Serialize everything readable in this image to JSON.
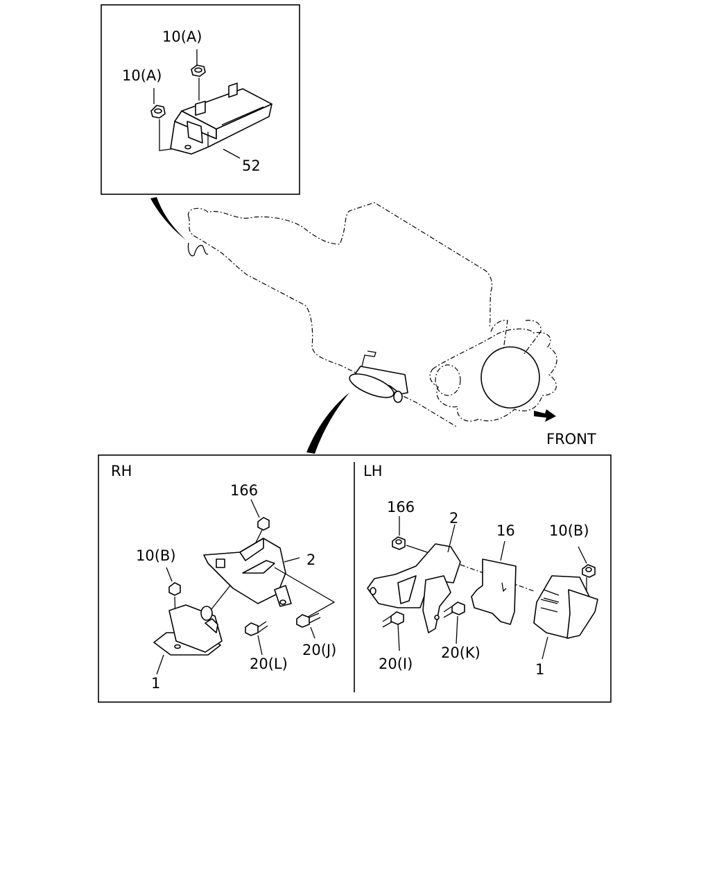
{
  "inset_top": {
    "labels": {
      "nut_a_top": "10(A)",
      "nut_a_left": "10(A)",
      "mount_rear": "52"
    }
  },
  "front_label": "FRONT",
  "panel_rh": {
    "heading": "RH",
    "labels": {
      "nut_166": "166",
      "nut_10b": "10(B)",
      "bracket_2": "2",
      "bolt_20l": "20(L)",
      "bolt_20j": "20(J)",
      "mount_1": "1"
    }
  },
  "panel_lh": {
    "heading": "LH",
    "labels": {
      "nut_166": "166",
      "bracket_2": "2",
      "shield_16": "16",
      "nut_10b": "10(B)",
      "bolt_20i": "20(I)",
      "bolt_20k": "20(K)",
      "mount_1": "1"
    }
  }
}
